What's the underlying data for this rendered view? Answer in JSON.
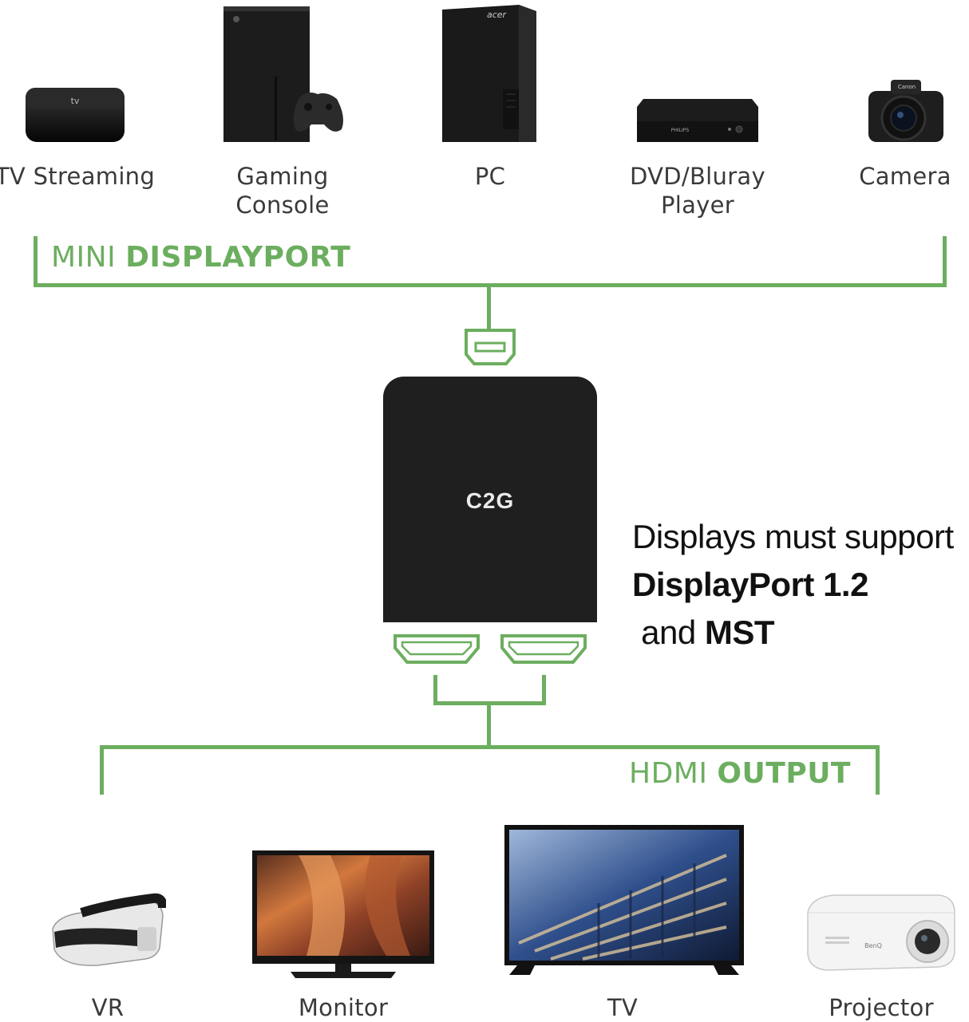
{
  "sources": [
    {
      "id": "tv-streaming",
      "label": "TV Streaming",
      "icon": "streaming-box-icon"
    },
    {
      "id": "gaming-console",
      "label": "Gaming\nConsole",
      "icon": "gaming-console-icon"
    },
    {
      "id": "pc",
      "label": "PC",
      "icon": "pc-tower-icon"
    },
    {
      "id": "dvd-bluray",
      "label": "DVD/Bluray\nPlayer",
      "icon": "bluray-player-icon"
    },
    {
      "id": "camera",
      "label": "Camera",
      "icon": "camera-icon"
    }
  ],
  "input_title": {
    "light": "MINI ",
    "bold": "DISPLAYPORT"
  },
  "hub": {
    "logo": "C2G"
  },
  "note": {
    "line1": "Displays must support",
    "bold1": "DisplayPort 1.2",
    "mid": " and ",
    "bold2": "MST"
  },
  "output_title": {
    "light": "HDMI ",
    "bold": "OUTPUT"
  },
  "outputs": [
    {
      "id": "vr",
      "label": "VR",
      "icon": "vr-headset-icon"
    },
    {
      "id": "monitor",
      "label": "Monitor",
      "icon": "monitor-icon"
    },
    {
      "id": "tv",
      "label": "TV",
      "icon": "tv-icon"
    },
    {
      "id": "projector",
      "label": "Projector",
      "icon": "projector-icon"
    }
  ],
  "colors": {
    "accent": "#6cae5f",
    "hub": "#1f1f1f",
    "text": "#3a3a3a"
  }
}
